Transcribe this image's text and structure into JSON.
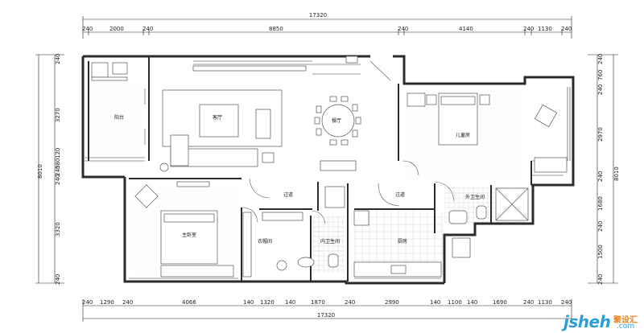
{
  "plan": {
    "overall_dimension_top": "17320",
    "overall_dimension_bottom": "17320",
    "top_dimensions": [
      "240",
      "2000",
      "240",
      "8850",
      "240",
      "4140",
      "240",
      "1130",
      "240"
    ],
    "bottom_dimensions": [
      "240",
      "1290",
      "240",
      "4066",
      "140",
      "1320",
      "140",
      "1870",
      "240",
      "2990",
      "140",
      "1100",
      "140",
      "1690",
      "240",
      "1130",
      "240"
    ],
    "left_dimensions": [
      "240",
      "3270",
      "120",
      "8010",
      "240",
      "580",
      "240",
      "3320",
      "240"
    ],
    "right_dimensions": [
      "240",
      "760",
      "240",
      "2970",
      "8010",
      "240",
      "1680",
      "240",
      "1500",
      "240"
    ],
    "rooms": {
      "balcony": "阳台",
      "living_room": "客厅",
      "dining_room": "餐厅",
      "children_room": "儿童房",
      "corridor_left": "过道",
      "corridor_right": "过道",
      "master_bedroom": "主卧室",
      "cloakroom": "衣帽间",
      "inner_bathroom": "内卫生间",
      "kitchen": "厨房",
      "outer_bathroom": "外卫生间"
    }
  },
  "watermark": {
    "site": "jsheh",
    "cn": "聚设汇",
    "com": ".com"
  },
  "colors": {
    "wall": "#2b2b2b",
    "hatch": "#e0e0e0",
    "furniture": "#555555",
    "watermark_blue": "#2a9fd8",
    "watermark_orange": "#e8831f"
  }
}
